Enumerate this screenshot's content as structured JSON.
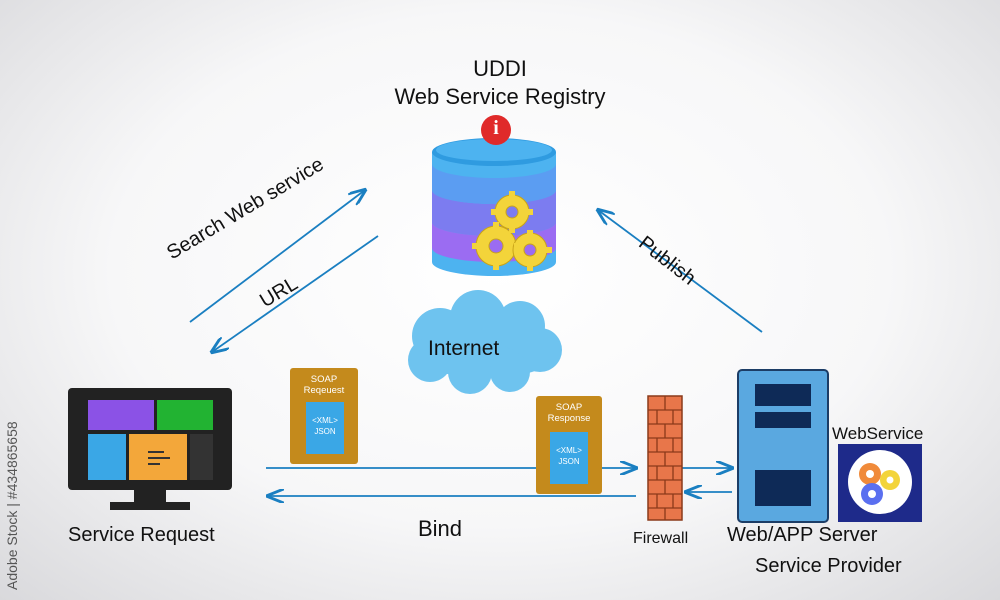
{
  "registry": {
    "line1": "UDDI",
    "line2": "Web Service Registry",
    "info_glyph": "i"
  },
  "arrows": {
    "search": "Search Web service",
    "url": "URL",
    "publish": "Publish",
    "bind": "Bind"
  },
  "network": {
    "internet": "Internet"
  },
  "soap_request": {
    "title": "SOAP Reqeuest",
    "l1": "<XML>",
    "l2": "JSON"
  },
  "soap_response": {
    "title": "SOAP Response",
    "l1": "<XML>",
    "l2": "JSON"
  },
  "client": {
    "label": "Service Request"
  },
  "firewall": {
    "label": "Firewall"
  },
  "server": {
    "label": "Web/APP Server",
    "provider": "Service Provider"
  },
  "webservice": {
    "label": "WebService"
  },
  "watermark": {
    "text": "Adobe Stock | #434865658"
  },
  "colors": {
    "arrow": "#1a7fc1",
    "db_top": "#4db3f0",
    "db_mid": "#7c7cf0",
    "db_low": "#9b6cf2",
    "gear": "#f3d43a",
    "cloud": "#6ec3ef",
    "brick": "#e8764a",
    "doc": "#c48a1c",
    "server": "#5aa8e0"
  }
}
